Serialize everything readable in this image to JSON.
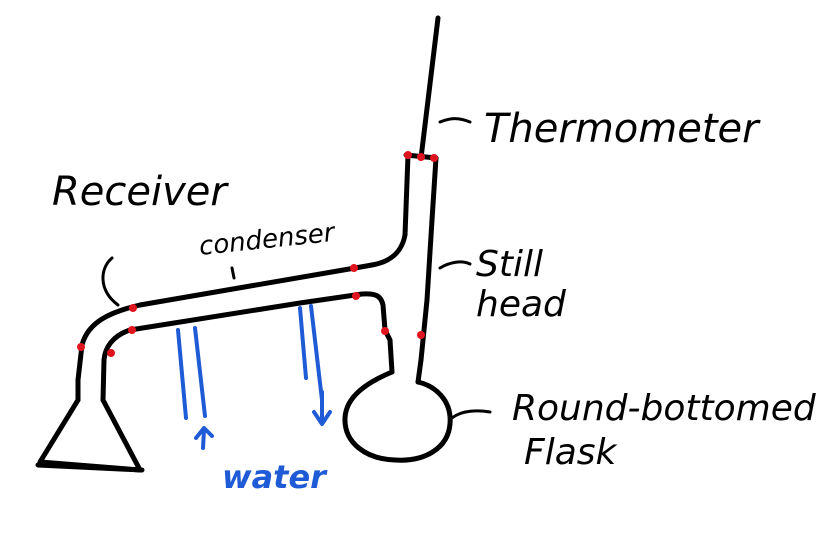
{
  "labels": {
    "thermometer": "Thermometer",
    "receiver": "Receiver",
    "condenser": "condenser",
    "still_line1": "Still",
    "still_line2": "head",
    "flask_line1": "Round-bottomed",
    "flask_line2": "Flask",
    "water": "water"
  },
  "colors": {
    "ink": "#000000",
    "joint": "#e0141e",
    "water": "#1f5bd6"
  }
}
